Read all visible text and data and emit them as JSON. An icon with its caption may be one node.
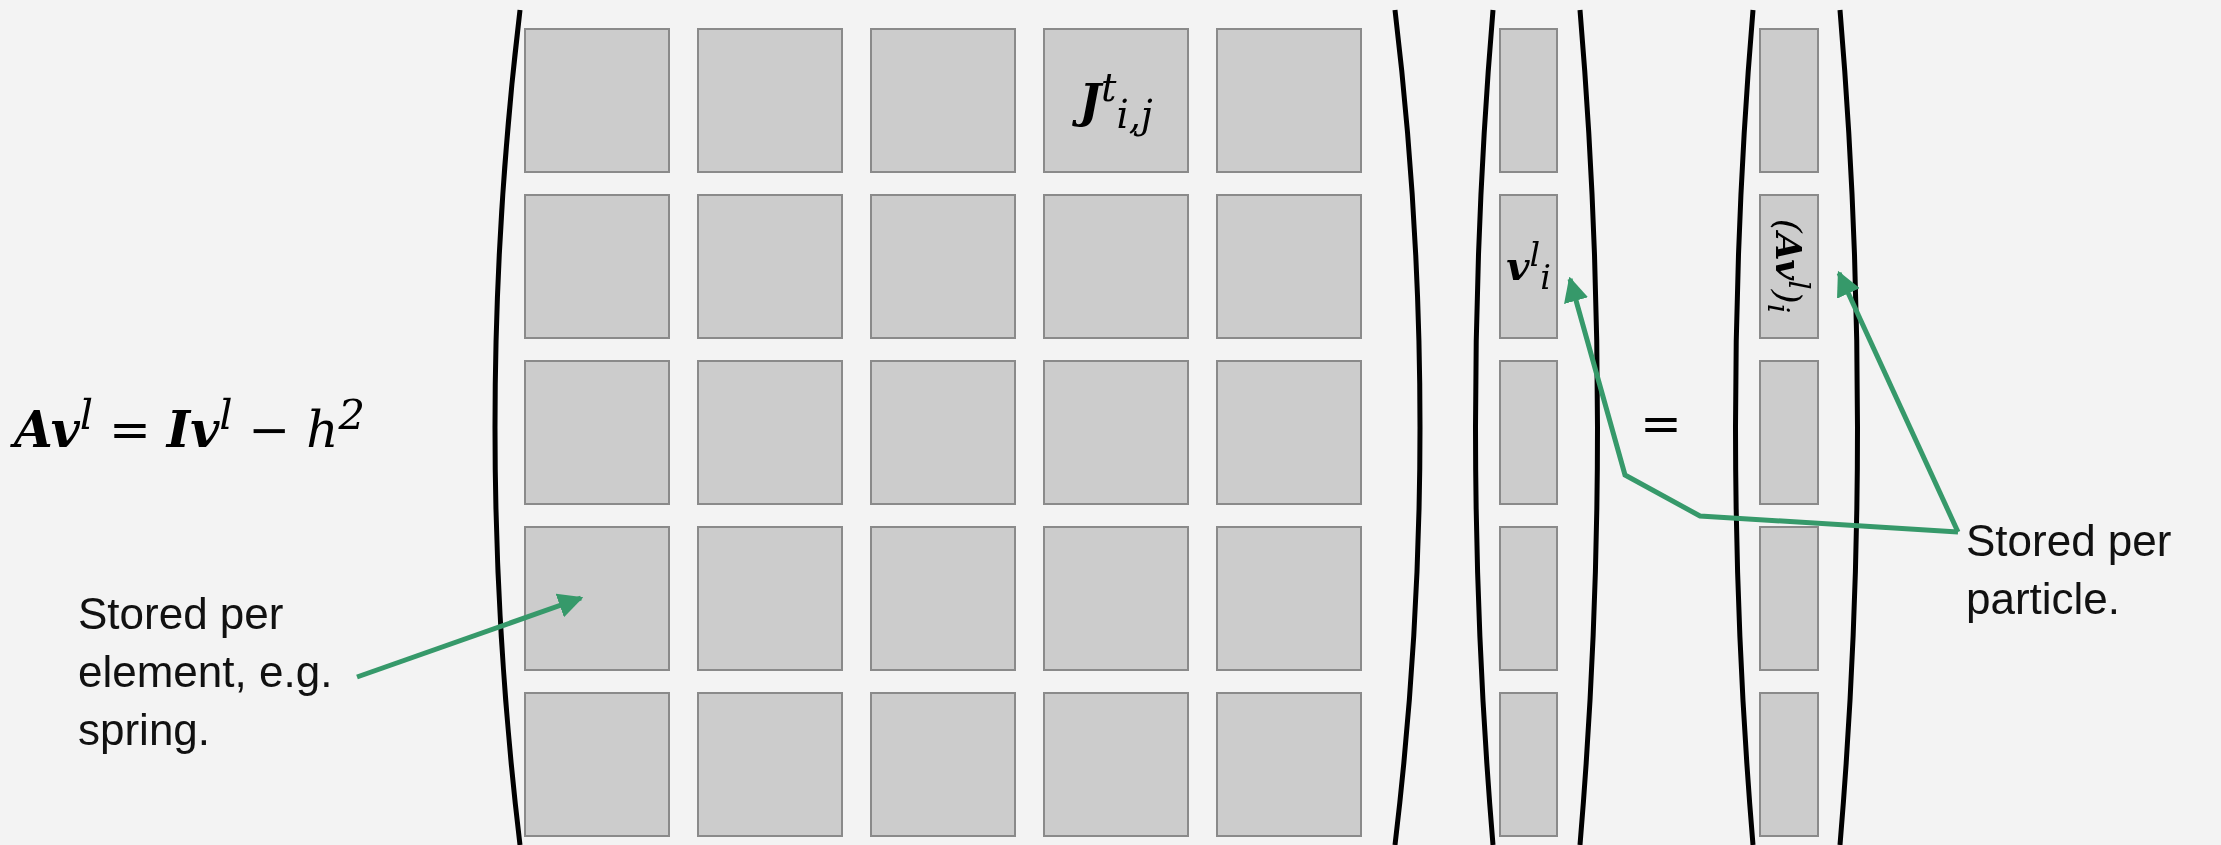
{
  "diagram": {
    "nodes": [
      {
        "text": [],
        "shape": "box"
      },
      {
        "text": [],
        "shape": "box"
      },
      {
        "text": [],
        "shape": "box"
      },
      {
        "text": [
          "**J**$^{t}$$_{i,j}$"
        ]
      },
      {
        "text": [],
        "shape": "box"
      },
      {
        "text": [],
        "shape": "box"
      },
      {
        "text": [],
        "shape": "box"
      },
      {
        "text": [],
        "shape": "box"
      },
      {
        "text": [],
        "shape": "box"
      },
      {
        "text": [],
        "shape": "box"
      },
      {
        "text": [],
        "shape": "box"
      },
      {
        "text": [],
        "shape": "box"
      },
      {
        "text": [],
        "shape": "box"
      },
      {
        "text": [],
        "shape": "box"
      },
      {
        "text": [],
        "shape": "box"
      },
      {
        "text": [],
        "shape": "box"
      },
      {
        "text": [],
        "shape": "box"
      },
      {
        "text": [],
        "shape": "box"
      },
      {
        "text": [],
        "shape": "box"
      },
      {
        "text": [],
        "shape": "box"
      },
      {
        "text": [],
        "shape": "box"
      },
      {
        "text": [],
        "shape": "box"
      },
      {
        "text": [],
        "shape": "box"
      },
      {
        "text": [],
        "shape": "box"
      },
      {
        "text": [],
        "shape": "box"
      },
      {
        "text": [],
        "shape": "box"
      },
      {
        "text": [
          "**v**$^{l}$$_{i}$"
        ]
      },
      {
        "text": [],
        "shape": "box"
      },
      {
        "text": [],
        "shape": "box"
      },
      {
        "text": [],
        "shape": "box"
      },
      {
        "text": [],
        "shape": "box"
      },
      {
        "text": [
          "(**Av**$^{l}$)$_{i}$"
        ]
      },
      {
        "text": [],
        "shape": "box"
      },
      {
        "text": [],
        "shape": "box"
      },
      {
        "text": [],
        "shape": "box"
      },
      {
        "text": [
          "Stored per element, e.g. spring."
        ]
      },
      {
        "text": [
          "Stored per particle."
        ]
      }
    ],
    "edges": [
      {
        "from": 35,
        "to": 15,
        "arrow": "to"
      },
      {
        "from": 36,
        "to": 26,
        "arrow": "to"
      },
      {
        "from": 36,
        "to": 31,
        "arrow": "to"
      }
    ],
    "labels": [
      "**Av**$^{l}$ = **Iv**$^{l}$ − *h*$^{2}$",
      "="
    ]
  }
}
